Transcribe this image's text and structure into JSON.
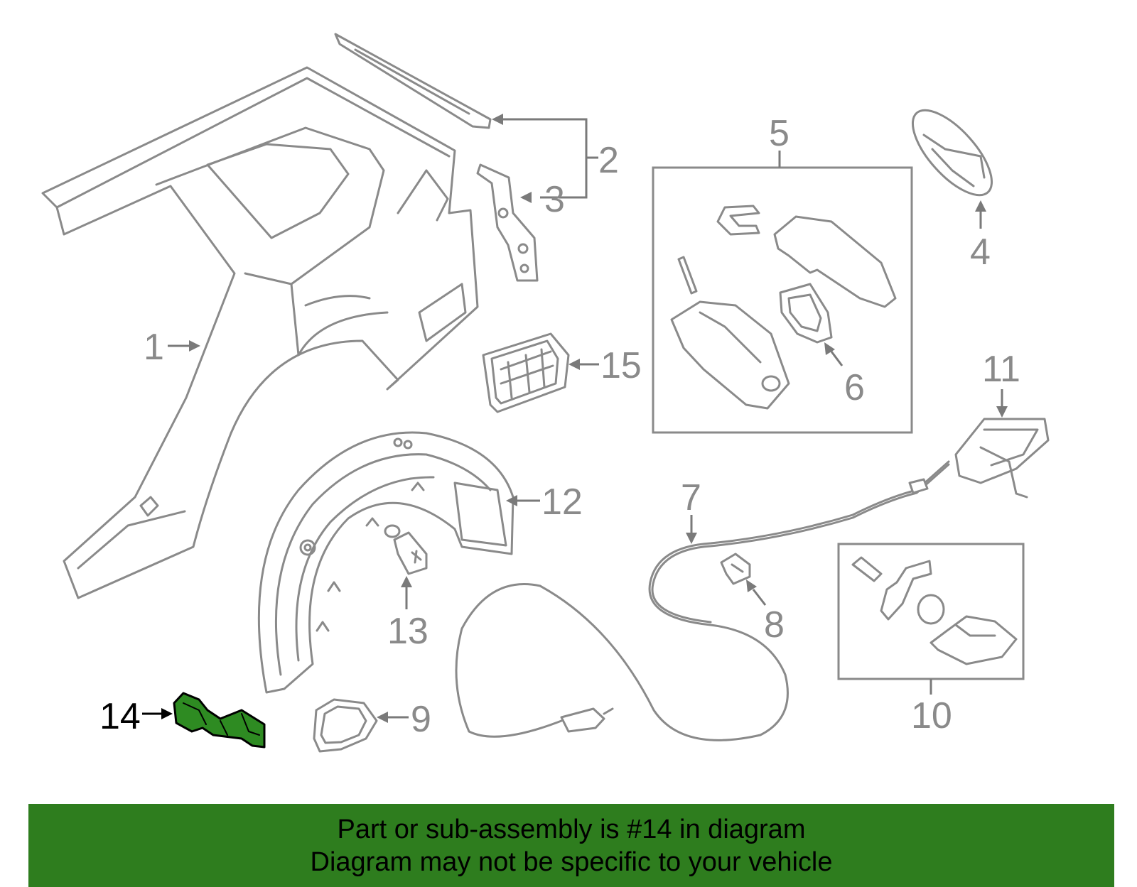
{
  "diagram": {
    "highlighted_part": "14",
    "highlight_color": "#2e8b22",
    "banner_color": "#2e7d1e",
    "callouts": [
      {
        "id": "c1",
        "label": "1"
      },
      {
        "id": "c2",
        "label": "2"
      },
      {
        "id": "c3",
        "label": "3"
      },
      {
        "id": "c4",
        "label": "4"
      },
      {
        "id": "c5",
        "label": "5"
      },
      {
        "id": "c6",
        "label": "6"
      },
      {
        "id": "c7",
        "label": "7"
      },
      {
        "id": "c8",
        "label": "8"
      },
      {
        "id": "c9",
        "label": "9"
      },
      {
        "id": "c10",
        "label": "10"
      },
      {
        "id": "c11",
        "label": "11"
      },
      {
        "id": "c12",
        "label": "12"
      },
      {
        "id": "c13",
        "label": "13"
      },
      {
        "id": "c14",
        "label": "14"
      },
      {
        "id": "c15",
        "label": "15"
      }
    ]
  },
  "banner": {
    "line1": "Part or sub-assembly is #14 in diagram",
    "line2": "Diagram may not be specific to your vehicle"
  }
}
